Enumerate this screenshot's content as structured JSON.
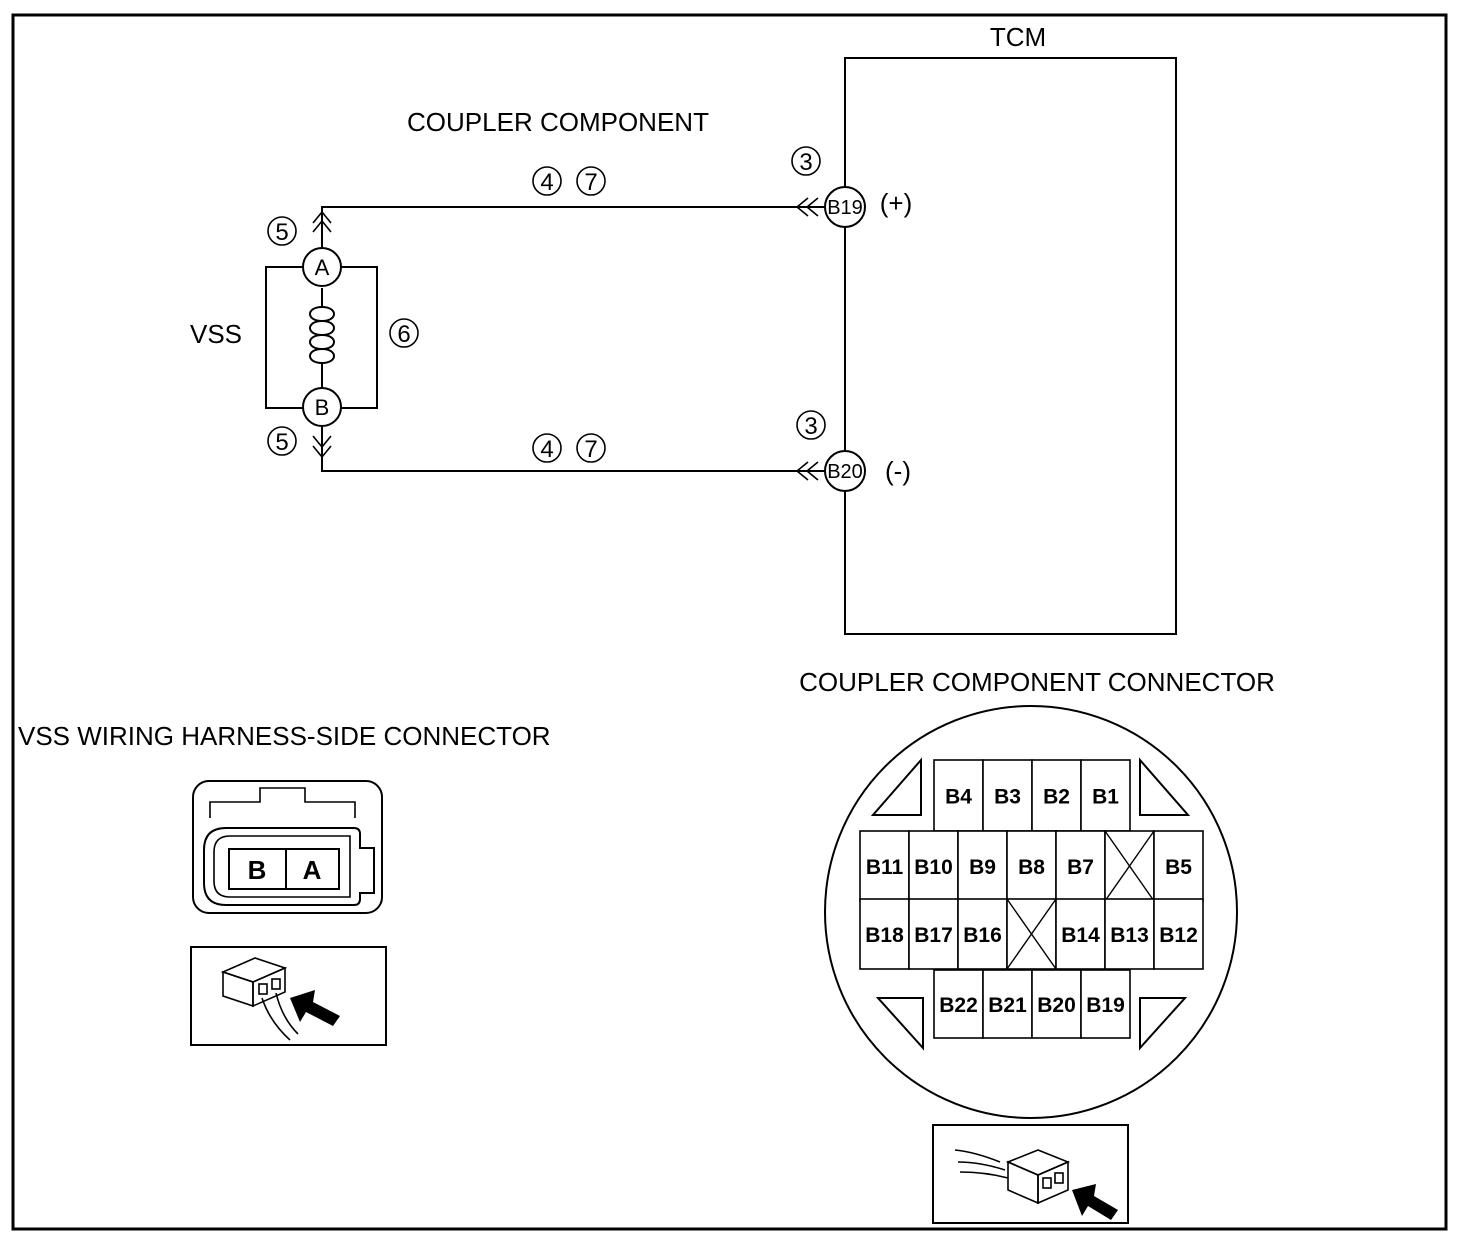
{
  "labels": {
    "tcm": "TCM",
    "coupler_component": "COUPLER COMPONENT",
    "vss": "VSS",
    "vss_harness_title": "VSS WIRING HARNESS-SIDE CONNECTOR",
    "coupler_connector_title": "COUPLER COMPONENT CONNECTOR"
  },
  "terminals": {
    "vss_a": "A",
    "vss_b": "B",
    "tcm_pos": "B19",
    "tcm_neg": "B20",
    "pos_sign": "(+)",
    "neg_sign": "(-)"
  },
  "callouts": {
    "tcm_top": "3",
    "tcm_bottom": "3",
    "wire_top_a": "4",
    "wire_top_b": "7",
    "wire_bottom_a": "4",
    "wire_bottom_b": "7",
    "vss_top": "5",
    "vss_bottom": "5",
    "vss_body": "6"
  },
  "vss_connector": {
    "pins": [
      "B",
      "A"
    ]
  },
  "coupler_connector": {
    "rows": [
      [
        "B4",
        "B3",
        "B2",
        "B1"
      ],
      [
        "B11",
        "B10",
        "B9",
        "B8",
        "B7",
        "",
        "B5"
      ],
      [
        "B18",
        "B17",
        "B16",
        "",
        "B14",
        "B13",
        "B12"
      ],
      [
        "B22",
        "B21",
        "B20",
        "B19"
      ]
    ]
  },
  "icons": {
    "vss_view": "connector-view-arrow-icon",
    "coupler_view": "connector-view-arrow-icon"
  }
}
